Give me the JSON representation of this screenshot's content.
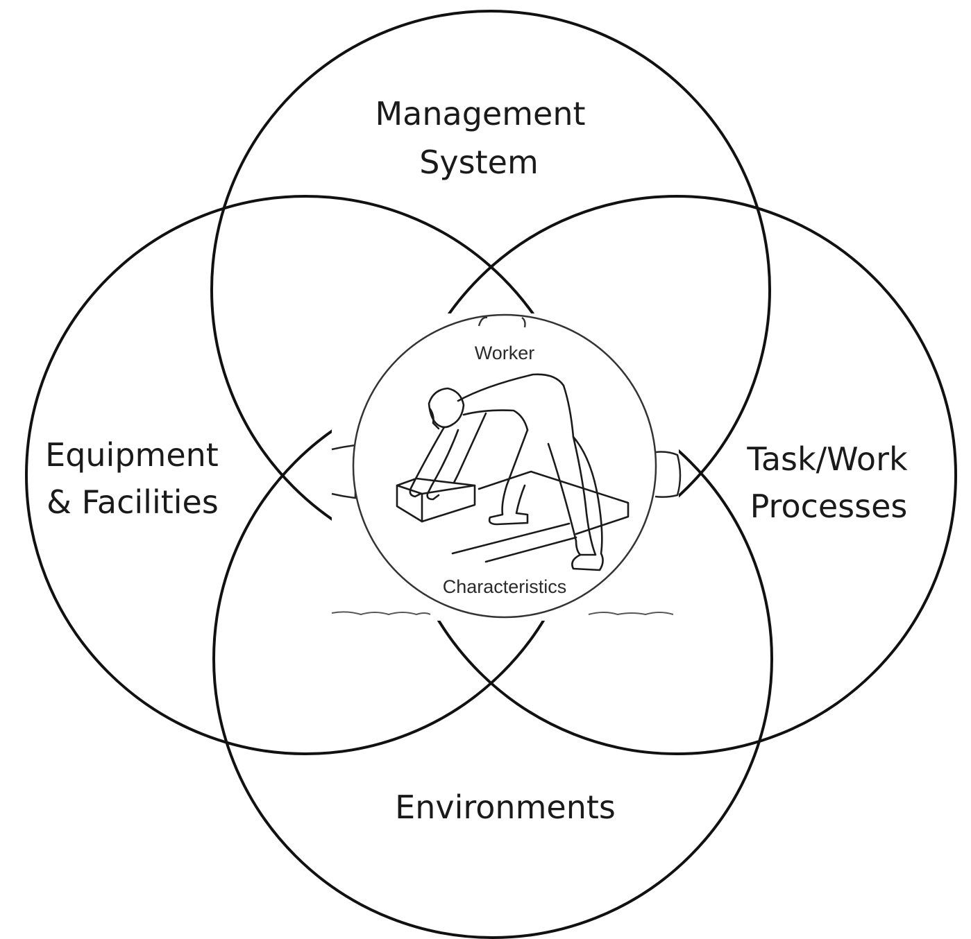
{
  "diagram": {
    "circles": {
      "top": {
        "line1": "Management",
        "line2": "System"
      },
      "left": {
        "line1": "Equipment",
        "line2": "& Facilities"
      },
      "right": {
        "line1": "Task/Work",
        "line2": "Processes"
      },
      "bottom": {
        "line1": "Environments"
      }
    },
    "center": {
      "top_label": "Worker",
      "bottom_label": "Characteristics",
      "figure_icon": "worker-lifting-box-icon"
    },
    "colors": {
      "stroke": "#111111",
      "background": "#ffffff"
    }
  }
}
